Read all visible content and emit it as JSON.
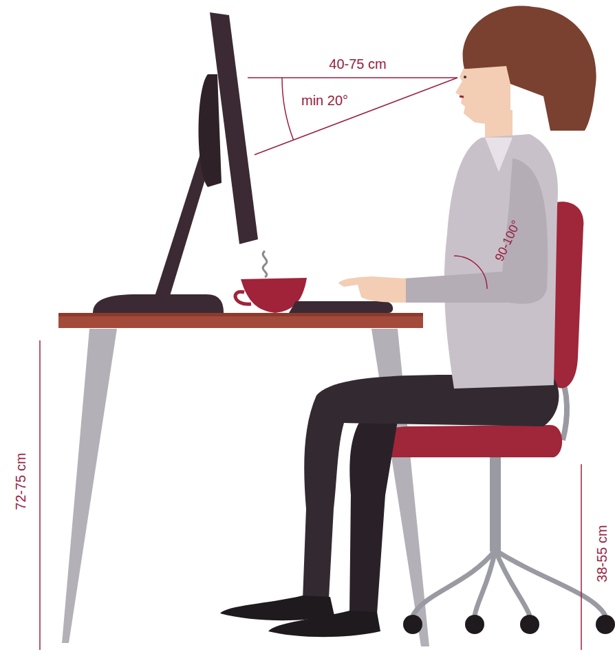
{
  "diagram": {
    "labels": [
      "40-75 cm",
      "min 20°",
      "90-100°",
      "72-75 cm",
      "38-55 cm"
    ]
  }
}
